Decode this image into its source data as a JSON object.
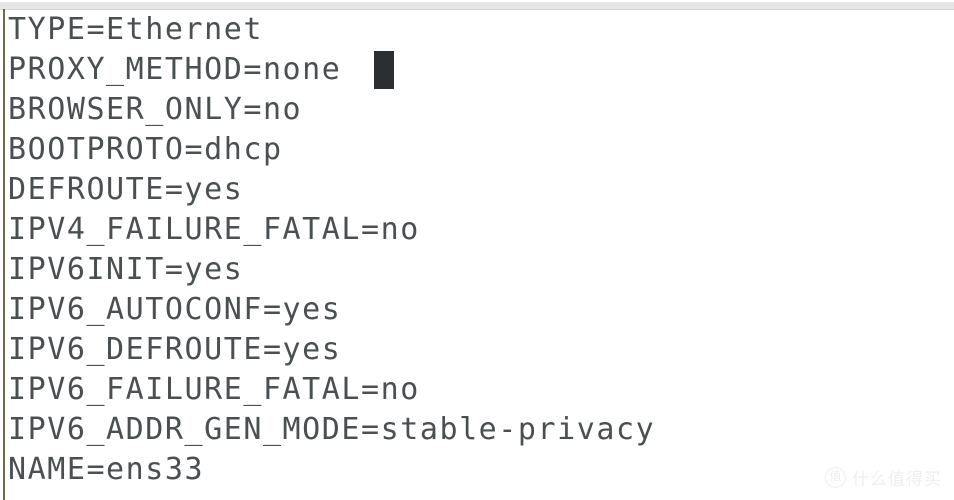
{
  "window": {
    "background_color": "#ffffff",
    "top_band_color": "#e6e6e6",
    "left_rule_color": "#6e6a4a",
    "text_color": "#4a4f52",
    "cursor_color": "#2b2f31"
  },
  "editor": {
    "file_kind": "network-interface-config",
    "lines": [
      {
        "text": "TYPE=Ethernet",
        "key": "TYPE",
        "value": "Ethernet",
        "cursor_after": false
      },
      {
        "text": "PROXY_METHOD=none",
        "key": "PROXY_METHOD",
        "value": "none",
        "cursor_after": true
      },
      {
        "text": "BROWSER_ONLY=no",
        "key": "BROWSER_ONLY",
        "value": "no",
        "cursor_after": false
      },
      {
        "text": "BOOTPROTO=dhcp",
        "key": "BOOTPROTO",
        "value": "dhcp",
        "cursor_after": false
      },
      {
        "text": "DEFROUTE=yes",
        "key": "DEFROUTE",
        "value": "yes",
        "cursor_after": false
      },
      {
        "text": "IPV4_FAILURE_FATAL=no",
        "key": "IPV4_FAILURE_FATAL",
        "value": "no",
        "cursor_after": false
      },
      {
        "text": "IPV6INIT=yes",
        "key": "IPV6INIT",
        "value": "yes",
        "cursor_after": false
      },
      {
        "text": "IPV6_AUTOCONF=yes",
        "key": "IPV6_AUTOCONF",
        "value": "yes",
        "cursor_after": false
      },
      {
        "text": "IPV6_DEFROUTE=yes",
        "key": "IPV6_DEFROUTE",
        "value": "yes",
        "cursor_after": false
      },
      {
        "text": "IPV6_FAILURE_FATAL=no",
        "key": "IPV6_FAILURE_FATAL",
        "value": "no",
        "cursor_after": false
      },
      {
        "text": "IPV6_ADDR_GEN_MODE=stable-privacy",
        "key": "IPV6_ADDR_GEN_MODE",
        "value": "stable-privacy",
        "cursor_after": false
      },
      {
        "text": "NAME=ens33",
        "key": "NAME",
        "value": "ens33",
        "cursor_after": false
      }
    ]
  },
  "watermark": {
    "badge": "值",
    "text": "什么值得买"
  }
}
